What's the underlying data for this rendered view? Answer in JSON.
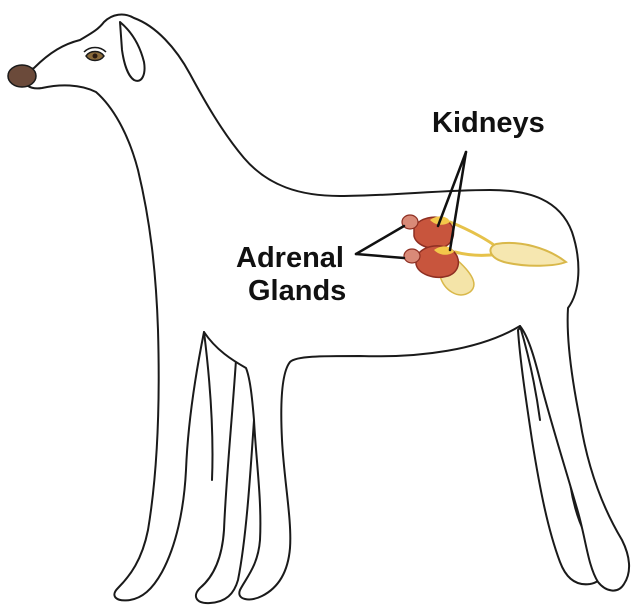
{
  "labels": {
    "kidneys": "Kidneys",
    "adrenal_line1": "Adrenal",
    "adrenal_line2": "Glands"
  },
  "colors": {
    "outline": "#1a1a1a",
    "kidney": "#c8553d",
    "kidney_dark": "#8e2f22",
    "adrenal": "#f3c84a",
    "ureter": "#efd36a",
    "bladder": "#f6e7b0",
    "eye": "#8a6a3a",
    "nose": "#6b4a3a"
  }
}
